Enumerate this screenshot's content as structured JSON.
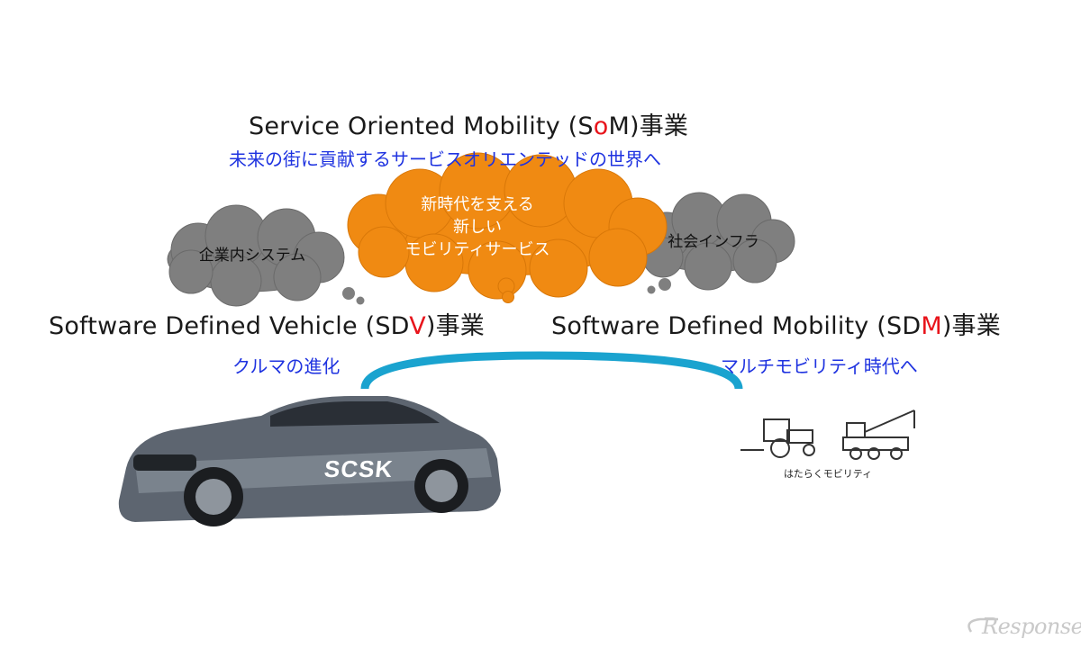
{
  "som": {
    "title_prefix": "Service Oriented Mobility (S",
    "title_highlight": "o",
    "title_suffix": "M)事業",
    "subtitle": "未来の街に貢献するサービスオリエンテッドの世界へ"
  },
  "sdv": {
    "title_prefix": "Software Defined Vehicle (SD",
    "title_highlight": "V",
    "title_suffix": ")事業",
    "subtitle": "クルマの進化"
  },
  "sdm": {
    "title_prefix": "Software Defined Mobility (SD",
    "title_highlight": "M",
    "title_suffix": ")事業",
    "subtitle": "マルチモビリティ時代へ"
  },
  "clouds": {
    "left": "企業内システム",
    "center": [
      "新時代を支える",
      "新しい",
      "モビリティサービス"
    ],
    "right": "社会インフラ"
  },
  "car_badge": "SCSK",
  "machines_caption": "はたらくモビリティ",
  "watermark": "Response.",
  "colors": {
    "gray_cloud": "#7f7f7f",
    "orange_cloud": "#f08a12",
    "arc": "#1aa3cf",
    "highlight_red": "#e8141b",
    "subtitle_blue": "#1f33e0"
  }
}
